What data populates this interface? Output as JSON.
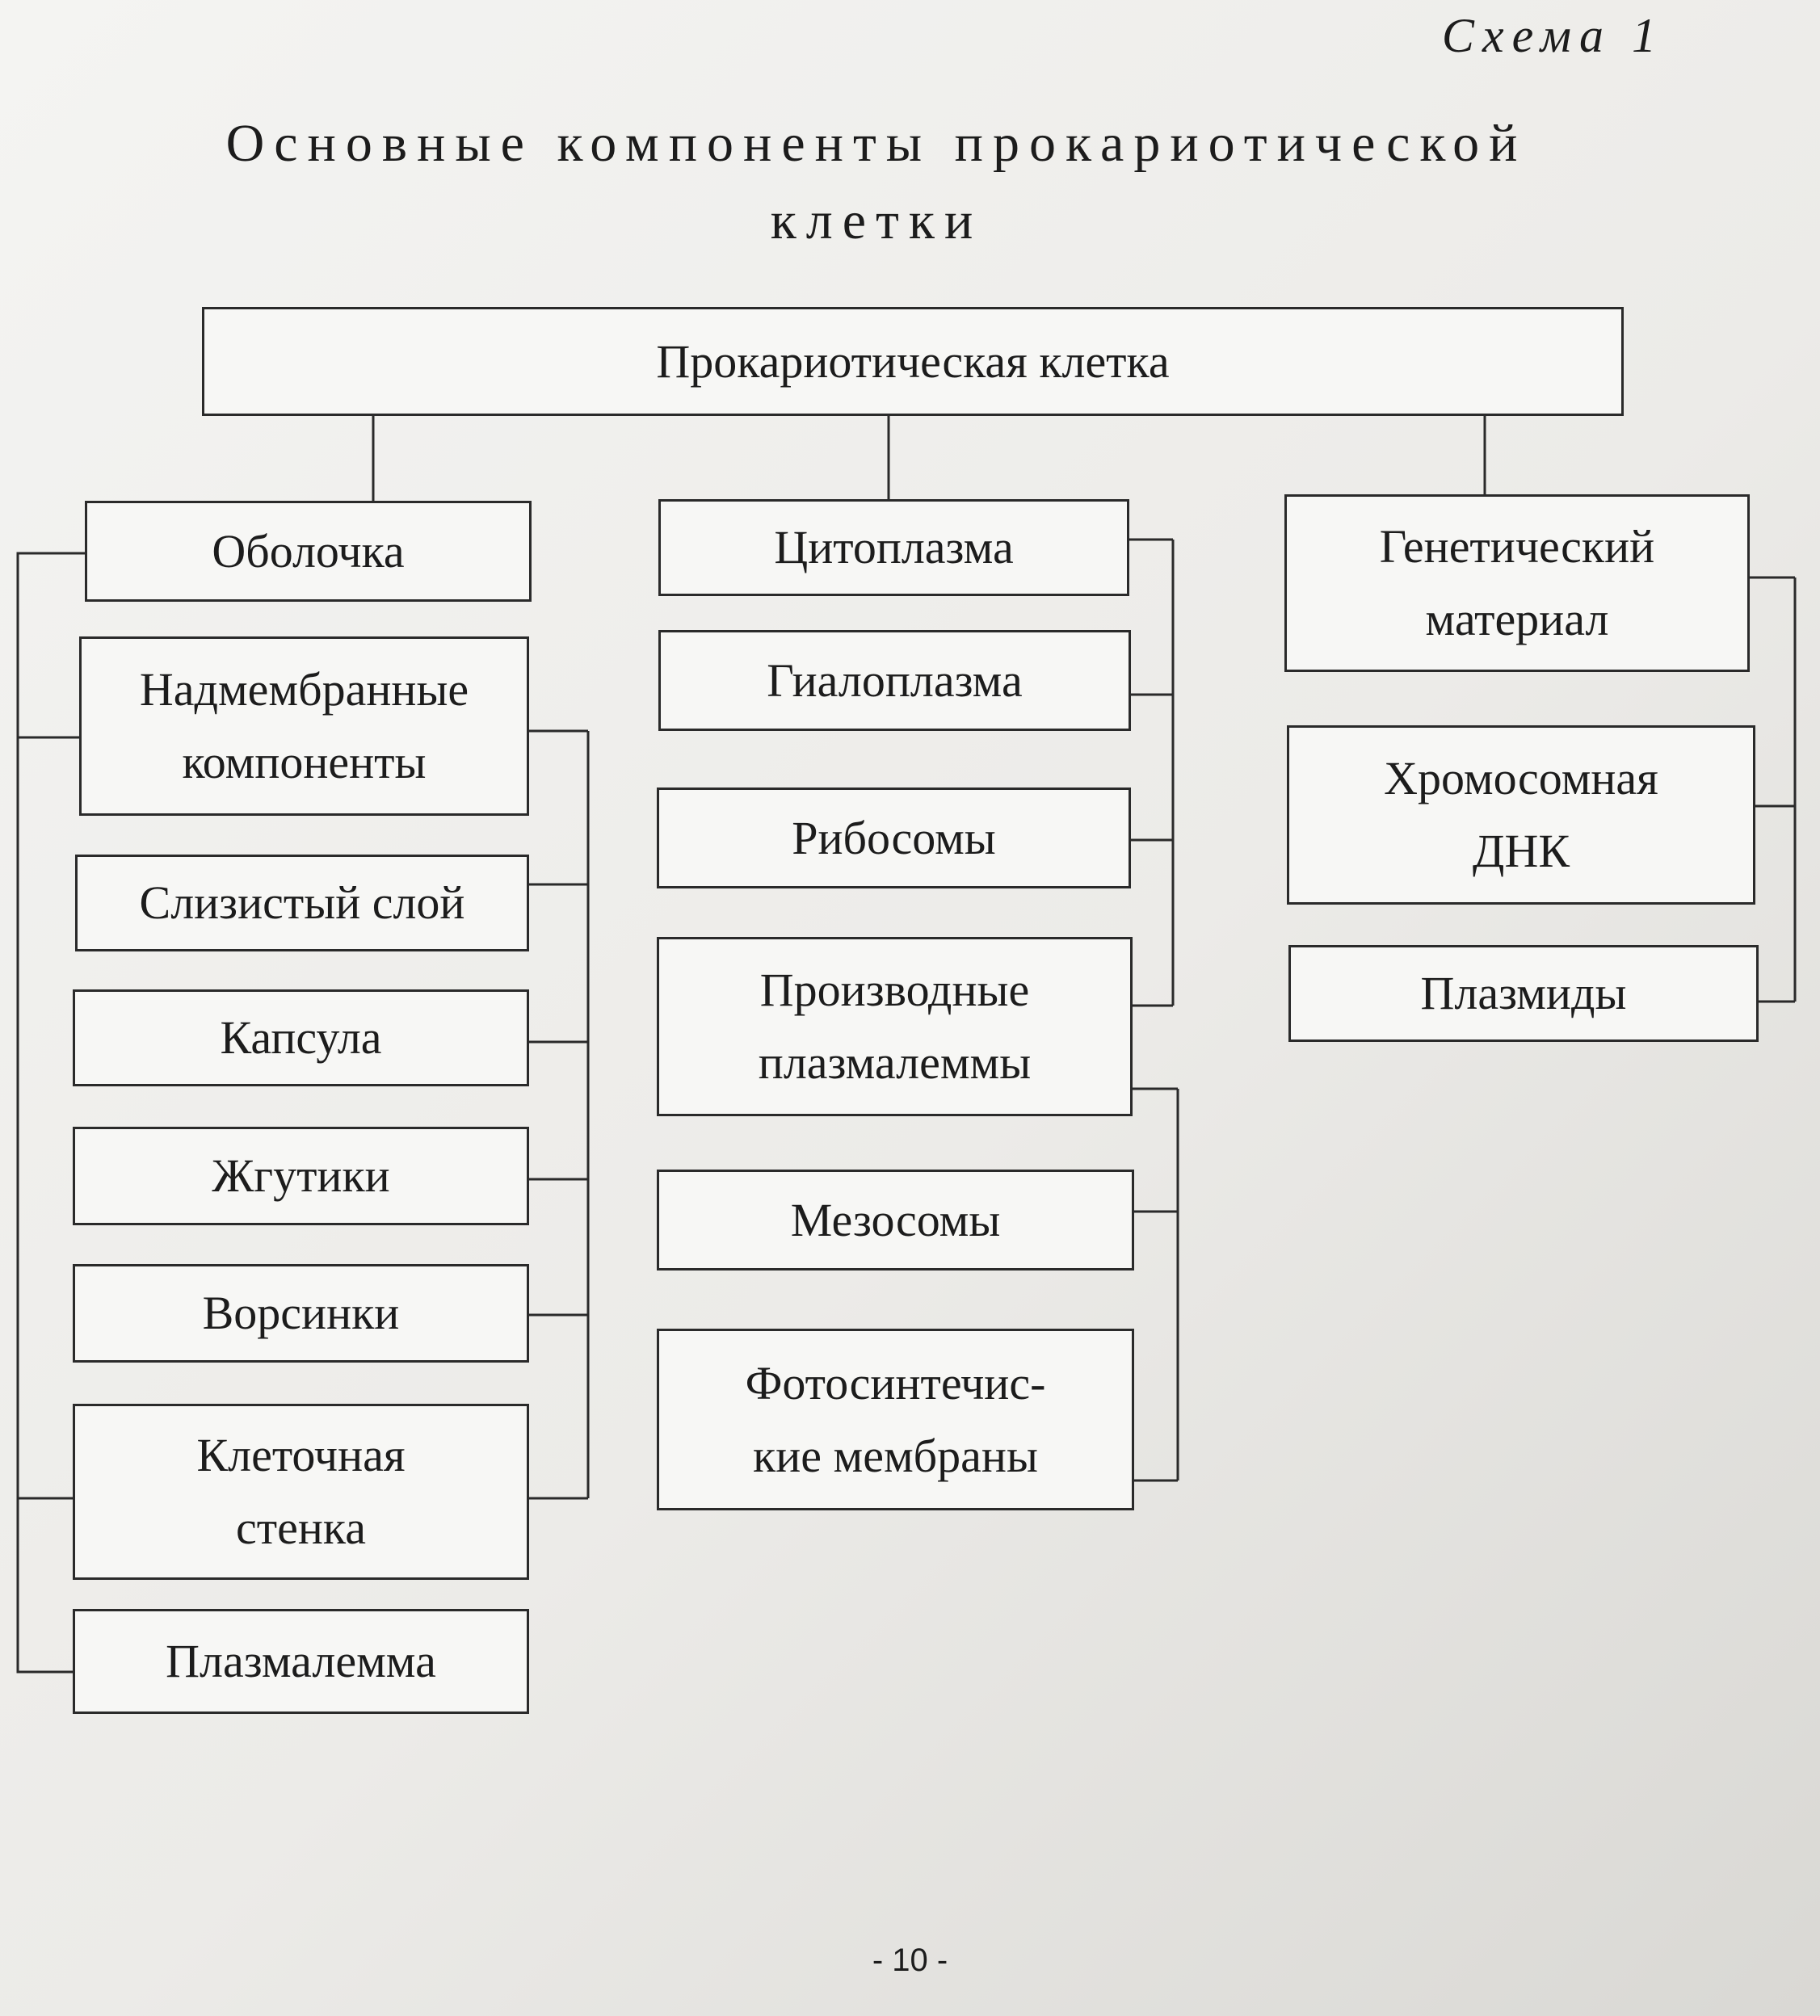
{
  "scheme_label": "Схема 1",
  "title": [
    "Основные компоненты прокариотической",
    "клетки"
  ],
  "root": "Прокариотическая клетка",
  "columns": {
    "envelope": {
      "head": [
        "Оболочка"
      ],
      "items": [
        [
          "Надмембранные",
          "компоненты"
        ],
        [
          "Слизистый слой"
        ],
        [
          "Капсула"
        ],
        [
          "Жгутики"
        ],
        [
          "Ворсинки"
        ],
        [
          "Клеточная",
          "стенка"
        ],
        [
          "Плазмалемма"
        ]
      ]
    },
    "cytoplasm": {
      "head": [
        "Цитоплазма"
      ],
      "items": [
        [
          "Гиалоплазма"
        ],
        [
          "Рибосомы"
        ],
        [
          "Производные",
          "плазмалеммы"
        ],
        [
          "Мезосомы"
        ],
        [
          "Фотосинтечис-",
          "кие мембраны"
        ]
      ]
    },
    "genetic": {
      "head": [
        "Генетический",
        "материал"
      ],
      "items": [
        [
          "Хромосомная",
          "ДНК"
        ],
        [
          "Плазмиды"
        ]
      ]
    }
  },
  "page_number": "- 10 -"
}
